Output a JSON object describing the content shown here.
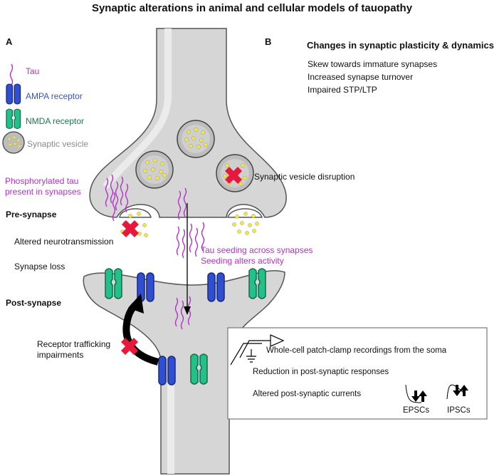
{
  "title": "Synaptic alterations in animal and cellular models of tauopathy",
  "panel_a": "A",
  "panel_b": "B",
  "legend": {
    "tau": "Tau",
    "ampa": "AMPA receptor",
    "nmda": "NMDA receptor",
    "vesicle": "Synaptic vesicle"
  },
  "labels": {
    "phospho_tau_line1": "Phosphorylated tau",
    "phospho_tau_line2": "present in synapses",
    "pre_synapse": "Pre-synapse",
    "altered_neurotransmission": "Altered neurotransmission",
    "synapse_loss": "Synapse loss",
    "post_synapse": "Post-synapse",
    "receptor_trafficking_line1": "Receptor trafficking",
    "receptor_trafficking_line2": "impairments",
    "vesicle_disruption": "Synaptic vesicle disruption",
    "tau_seeding": "Tau seeding across synapses",
    "seeding_alters": "Seeding alters activity"
  },
  "plasticity": {
    "heading": "Changes in synaptic plasticity & dynamics",
    "items": [
      "Skew towards immature synapses",
      "Increased synapse turnover",
      "Impaired STP/LTP"
    ]
  },
  "recording_box": {
    "line1": "Whole-cell patch-clamp recordings from the soma",
    "line2": "Reduction in post-synaptic responses",
    "line3": "Altered post-synaptic currents",
    "epsc": "EPSCs",
    "ipsc": "IPSCs"
  },
  "colors": {
    "tau": "#b232c8",
    "ampa": "#2f4fd0",
    "nmda": "#22c08a",
    "cross": "#e8173c",
    "vesicle_dot": "#f2ea3a",
    "membrane": "#d6d6d6"
  }
}
